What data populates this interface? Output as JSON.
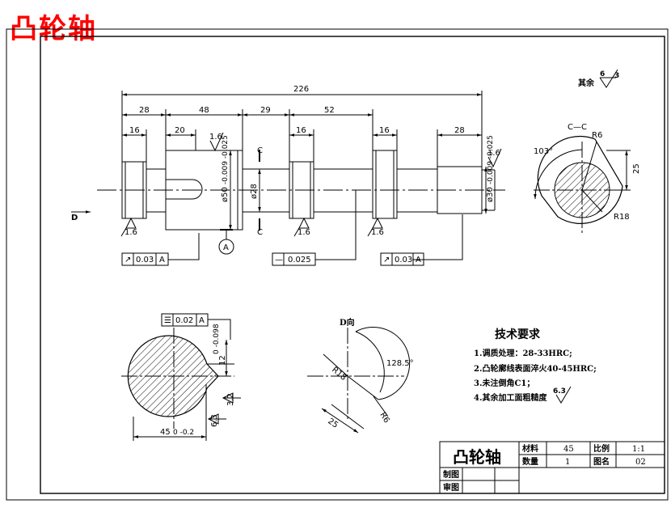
{
  "page_title": "凸轮轴",
  "general_roughness": {
    "label": "其余",
    "value": "6.3"
  },
  "section_view": {
    "label": "C—C",
    "radius_small": "R6",
    "radius_large": "R18",
    "angle": "103°",
    "width": "25"
  },
  "main_view": {
    "overall_length": "226",
    "segments": [
      "28",
      "48",
      "29",
      "52"
    ],
    "sub_lengths": [
      "16",
      "20",
      "16",
      "16",
      "28"
    ],
    "diameters": [
      "ø50",
      "ø28",
      "ø30"
    ],
    "diameter_tol_50": "-0.009 -0.025",
    "diameter_tol_30": "-0.009 -0.025",
    "roughness": [
      "1.6",
      "1.6",
      "1.6",
      "1.6",
      "1.6"
    ],
    "section_mark": "C",
    "view_arrow": "D",
    "datum": "A",
    "tolerance_frames": [
      {
        "symbol": "↗",
        "value": "0.03",
        "datum": "A"
      },
      {
        "symbol": "—",
        "value": "0.025",
        "datum": ""
      },
      {
        "symbol": "↗",
        "value": "0.03",
        "datum": "A"
      }
    ]
  },
  "keyway_section": {
    "frame": {
      "symbol": "☰",
      "value": "0.02",
      "datum": "A"
    },
    "depth": "12",
    "depth_tol": "0 -0.098",
    "width": "45",
    "width_tol": "0 -0.2",
    "roughness": [
      "3.2",
      "6.3"
    ]
  },
  "d_view": {
    "label": "D向",
    "radius": "R18",
    "angle": "128.5°",
    "length": "25",
    "radius_small": "R6"
  },
  "tech_requirements": {
    "title": "技术要求",
    "items": [
      "1.调质处理：28-33HRC;",
      "2.凸轮廓线表面淬火40-45HRC;",
      "3.未注倒角C1；",
      "4.其余加工面粗糙度"
    ],
    "item4_roughness": "6.3"
  },
  "title_block": {
    "part_name": "凸轮轴",
    "material_label": "材料",
    "material_value": "45",
    "scale_label": "比例",
    "scale_value": "1:1",
    "quantity_label": "数量",
    "quantity_value": "1",
    "drawing_no_label": "图名",
    "drawing_no_value": "02",
    "drawn_label": "制图",
    "checked_label": "审图"
  }
}
